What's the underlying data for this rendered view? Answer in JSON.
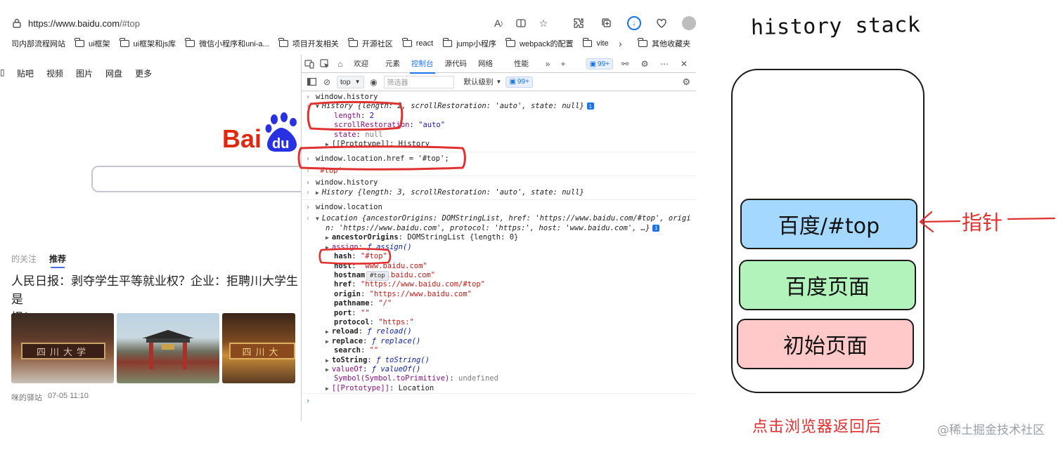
{
  "browser": {
    "url_host": "https://www.baidu.com",
    "url_rest": "/#top",
    "bookmarks": [
      {
        "label": "司内部流程网站",
        "folder": false
      },
      {
        "label": "ui框架",
        "folder": true
      },
      {
        "label": "ui框架和js库",
        "folder": true
      },
      {
        "label": "微信小程序和uni-a...",
        "folder": true
      },
      {
        "label": "项目开发相关",
        "folder": true
      },
      {
        "label": "开源社区",
        "folder": true
      },
      {
        "label": "react",
        "folder": true
      },
      {
        "label": "jump小程序",
        "folder": true
      },
      {
        "label": "webpack的配置",
        "folder": true
      },
      {
        "label": "vite",
        "folder": true
      }
    ],
    "bookmarks_other": "其他收藏夹",
    "bookmarks_chevron": "›"
  },
  "baidu": {
    "nav": [
      "⃣",
      "贴吧",
      "视频",
      "图片",
      "网盘",
      "更多"
    ],
    "nav_visible": [
      "贴吧",
      "视频",
      "图片",
      "网盘",
      "更多"
    ],
    "feed_tabs": {
      "follow": "的关注",
      "recommend": "推荐"
    },
    "news_title": "人民日报：剥夺学生平等就业权？企业：拒聘川大学生是择！",
    "news_title_line1": "人民日报：剥夺学生平等就业权？企业：拒聘川大学生是",
    "news_title_line2": "择！",
    "meta_source": "咪的驿站",
    "meta_time": "07-05 11:10",
    "logo_bai": "Bai",
    "logo_du": "du"
  },
  "devtools": {
    "tabs": [
      "欢迎",
      "元素",
      "控制台",
      "源代码",
      "网络",
      "性能"
    ],
    "active_tab": "控制台",
    "issues_badge": "99+",
    "context": "top",
    "filter_placeholder": "筛选器",
    "levels": "默认级别",
    "levels_badge": "99+",
    "console": {
      "l1": "window.history",
      "l2_obj": "History {length: 2, scrollRestoration: 'auto', state: null}",
      "l3_key": "length",
      "l3_val": "2",
      "l4_key": "scrollRestoration",
      "l4_val": "\"auto\"",
      "l5_key": "state",
      "l5_val": "null",
      "l6": "[[Prototype]]: History",
      "l7": "window.location.href = '#top';",
      "l8": "'#top'",
      "l9": "window.history",
      "l10_obj": "History {length: 3, scrollRestoration: 'auto', state: null}",
      "l11": "window.location",
      "l12a": "Location {ancestorOrigins: DOMStringList, href: 'https://www.baidu.com/#top', origi",
      "l12b": "n: 'https://www.baidu.com', protocol: 'https:', host: 'www.baidu.com', …}",
      "ao_key": "ancestorOrigins",
      "ao_val": "DOMStringList {length: 0}",
      "assign_key": "assign",
      "assign_val": "ƒ assign()",
      "hash_key": "hash",
      "hash_val": "\"#top\"",
      "host_key": "host",
      "host_val": "\"www.baidu.com\"",
      "hostname_key": "hostnam",
      "hostname_val": "w.baidu.com\"",
      "tooltip": "#top",
      "href_key": "href",
      "href_val": "\"https://www.baidu.com/#top\"",
      "origin_key": "origin",
      "origin_val": "\"https://www.baidu.com\"",
      "pathname_key": "pathname",
      "pathname_val": "\"/\"",
      "port_key": "port",
      "port_val": "\"\"",
      "protocol_key": "protocol",
      "protocol_val": "\"https:\"",
      "reload_key": "reload",
      "reload_val": "ƒ reload()",
      "replace_key": "replace",
      "replace_val": "ƒ replace()",
      "search_key": "search",
      "search_val": "\"\"",
      "tostring_key": "toString",
      "tostring_val": "ƒ toString()",
      "valueof_key": "valueOf",
      "valueof_val": "ƒ valueOf()",
      "symbol_key": "Symbol(Symbol.toPrimitive)",
      "symbol_val": "undefined",
      "proto_key": "[[Prototype]]",
      "proto_val": "Location"
    }
  },
  "diagram": {
    "title": "history stack",
    "stack": [
      "百度/#top",
      "百度页面",
      "初始页面"
    ],
    "pointer_label": "指针",
    "caption": "点击浏览器返回后",
    "card_colors": [
      "#a5d8ff",
      "#b2f2bb",
      "#ffc9c9"
    ],
    "accent": "#e03131"
  },
  "watermark": "@稀土掘金技术社区"
}
